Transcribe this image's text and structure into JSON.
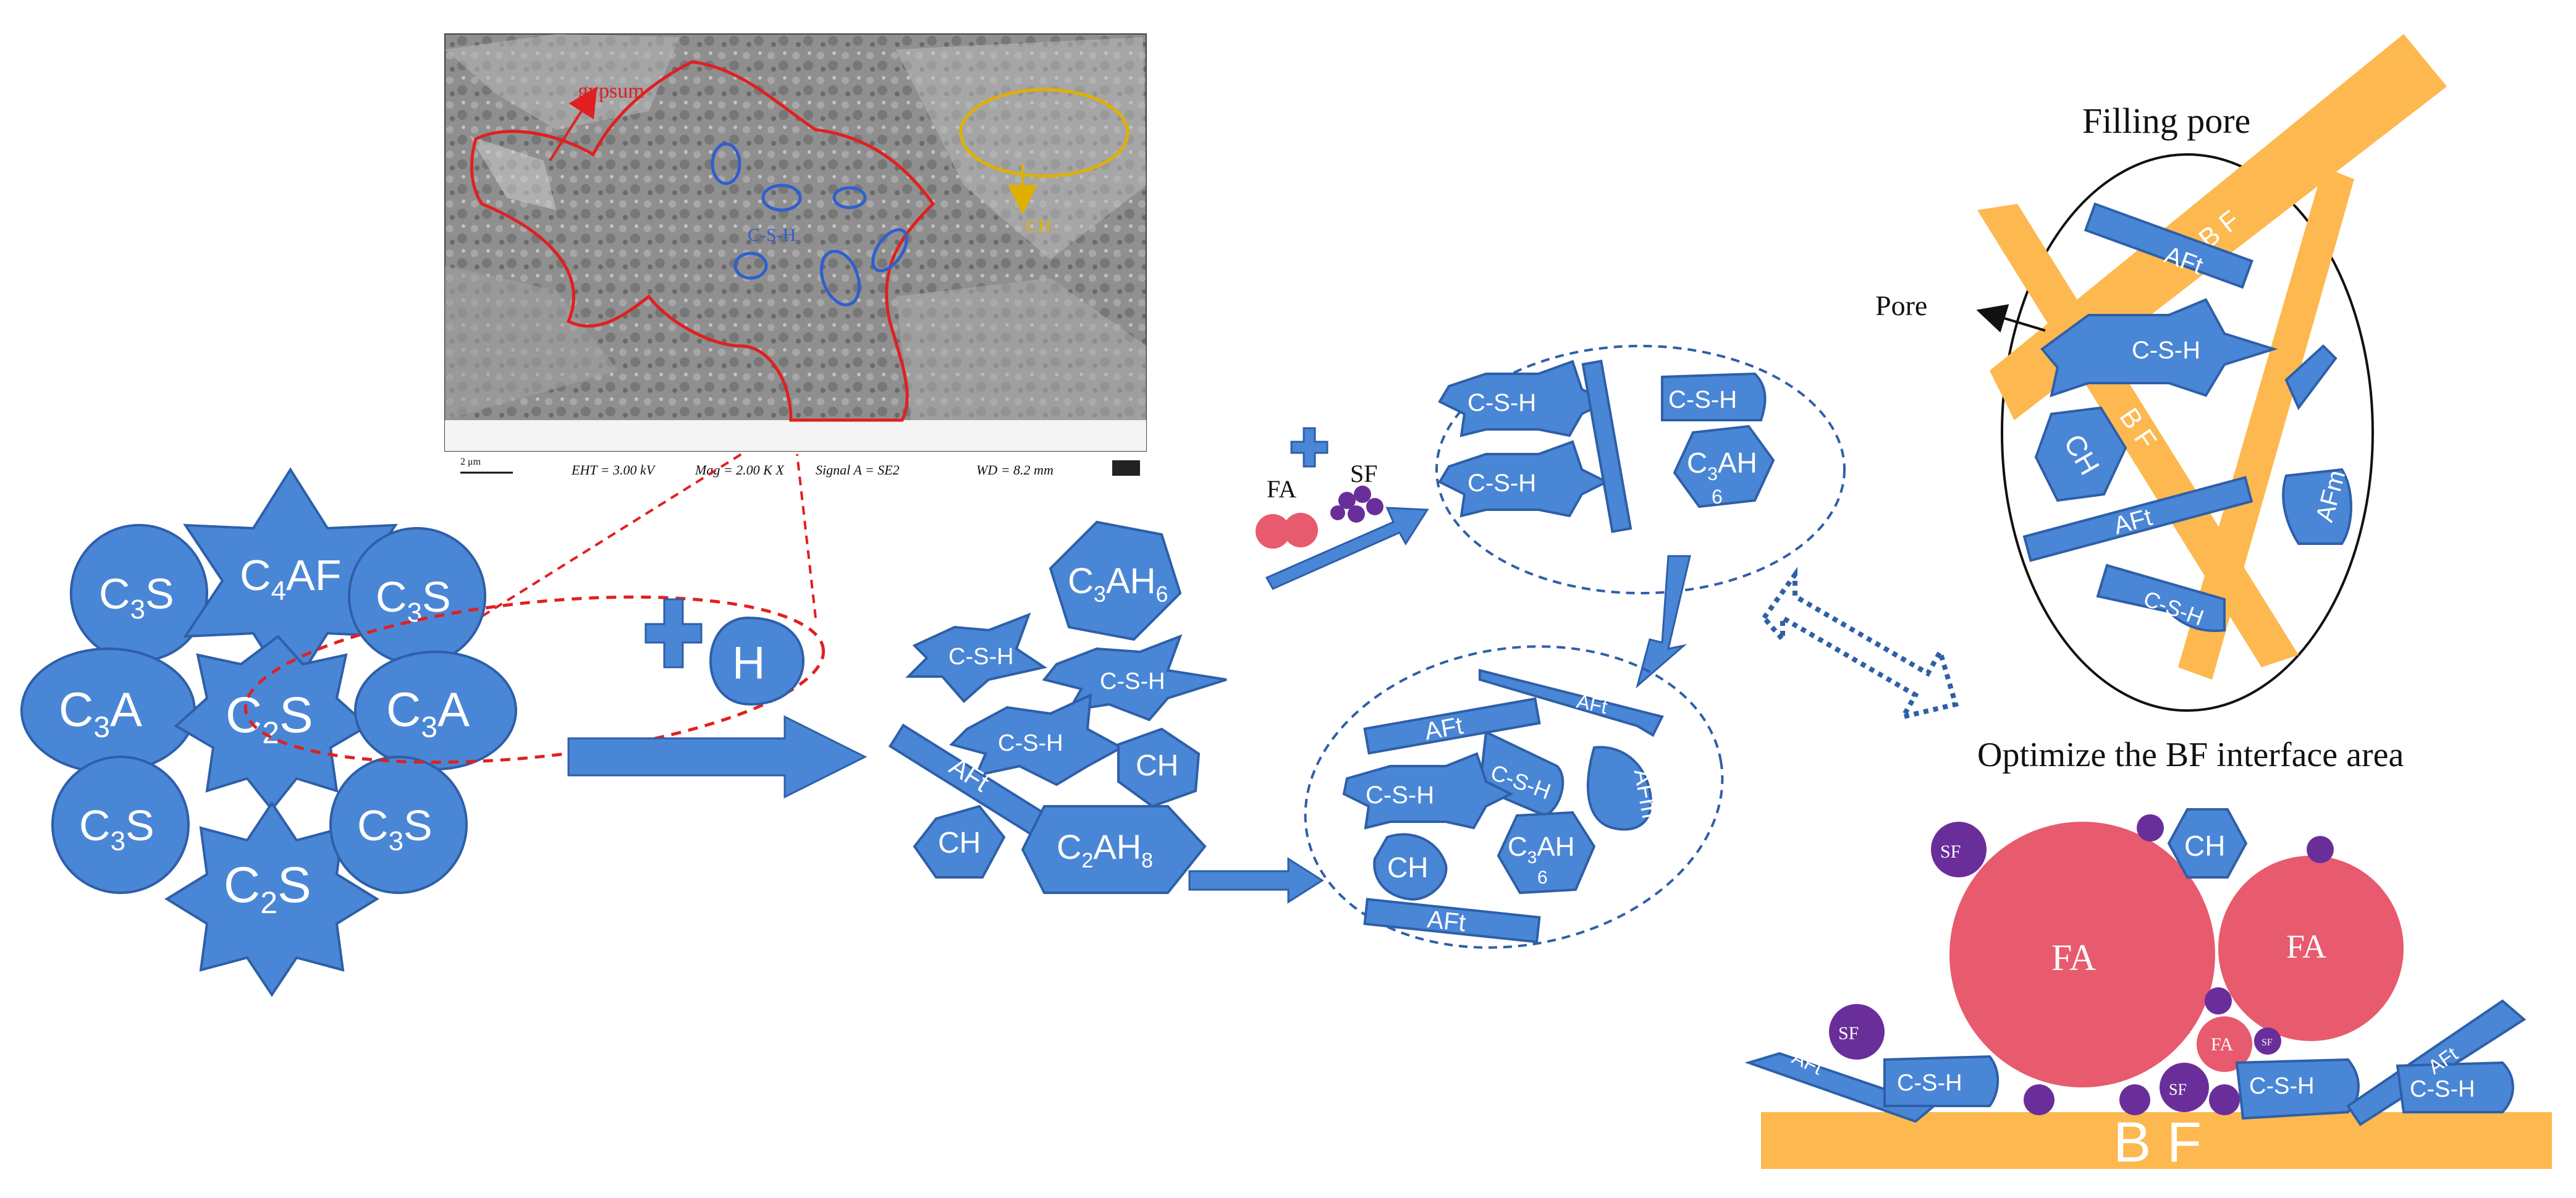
{
  "colors": {
    "shape_fill": "#4a86d6",
    "shape_stroke": "#2e5fa8",
    "fiber": "#fdb84f",
    "fa": "#e85a6d",
    "sf": "#6a2e9a",
    "red_outline": "#e02020",
    "sem_bg": "#8a8a8a"
  },
  "sem": {
    "label_gypsum": "gypsum",
    "label_csh": "C-S-H",
    "label_ch": "CH",
    "footer": {
      "scale": "2 μm",
      "eht": "EHT = 3.00 kV",
      "mag": "Mag = 2.00 K X",
      "signal": "Signal A = SE2",
      "wd": "WD = 8.2 mm"
    }
  },
  "clinker": {
    "c3s": [
      "C",
      "3",
      "S"
    ],
    "c4af": [
      "C",
      "4",
      "AF"
    ],
    "c3a": [
      "C",
      "3",
      "A"
    ],
    "c2s": [
      "C",
      "2",
      "S"
    ]
  },
  "water": {
    "symbol": "H"
  },
  "products": {
    "csh": "C-S-H",
    "aft": "AFt",
    "ch": "CH",
    "afm": "AFm",
    "c3ah6_base": "C",
    "c3ah6_sub": "3",
    "c3ah6_tail": "AH",
    "c3ah6_sub2": "6",
    "c2ah8_base": "C",
    "c2ah8_sub": "2",
    "c2ah8_tail": "AH",
    "c2ah8_sub2": "8"
  },
  "additives": {
    "fa": "FA",
    "sf": "SF"
  },
  "right_top": {
    "title": "Filling pore",
    "pore": "Pore",
    "bf": "B F"
  },
  "right_bottom": {
    "title": "Optimize the BF interface area",
    "bf": "B F",
    "fa": "FA",
    "sf": "SF",
    "sf_small": "SF"
  }
}
